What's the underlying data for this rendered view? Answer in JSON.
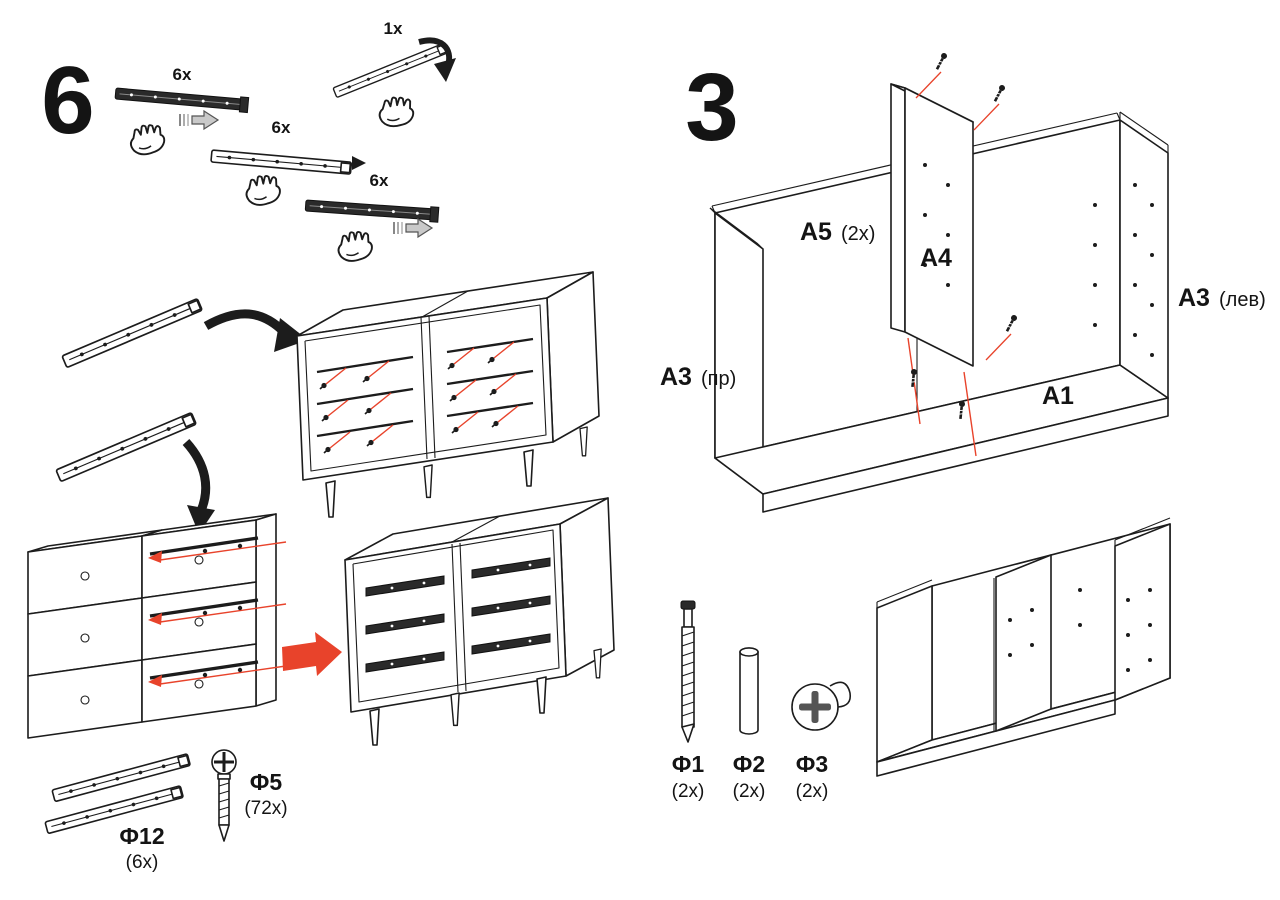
{
  "colors": {
    "accent": "#e8432b",
    "ink": "#1c1c1c",
    "arrow_gray": "#c9c9c9"
  },
  "left_page": {
    "step_number": "6",
    "rail_counts": [
      "6x",
      "6x",
      "6x"
    ],
    "detail_count": "1x",
    "slide_label": "Ф12",
    "slide_count": "(6x)",
    "screw_label": "Ф5",
    "screw_count": "(72x)"
  },
  "right_page": {
    "step_number": "3",
    "back_panel": {
      "label": "A5",
      "count": "(2x)"
    },
    "divider_label": "A4",
    "side_left": {
      "label": "A3",
      "note": "(лев)"
    },
    "side_right": {
      "label": "A3",
      "note": "(пр)"
    },
    "bottom_label": "A1",
    "fittings": [
      {
        "label": "Ф1",
        "count": "(2x)"
      },
      {
        "label": "Ф2",
        "count": "(2x)"
      },
      {
        "label": "Ф3",
        "count": "(2x)"
      }
    ]
  }
}
